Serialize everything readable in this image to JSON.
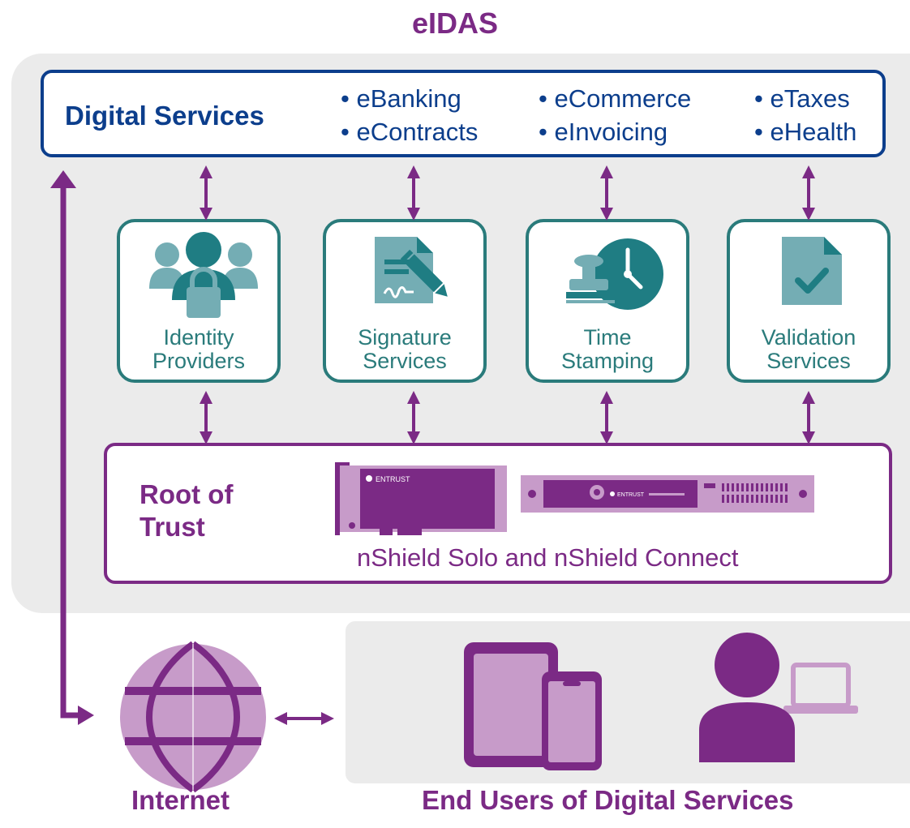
{
  "title": "eIDAS",
  "digital_services": {
    "title": "Digital Services",
    "items": [
      "• eBanking",
      "• eContracts",
      "• eCommerce",
      "• eInvoicing",
      "• eTaxes",
      "• eHealth"
    ]
  },
  "services": [
    {
      "line1": "Identity",
      "line2": "Providers",
      "icon": "identity-users-lock-icon"
    },
    {
      "line1": "Signature",
      "line2": "Services",
      "icon": "signed-document-pen-icon"
    },
    {
      "line1": "Time",
      "line2": "Stamping",
      "icon": "clock-stamp-icon"
    },
    {
      "line1": "Validation",
      "line2": "Services",
      "icon": "document-check-icon"
    }
  ],
  "root_of_trust": {
    "title": "Root of Trust",
    "subtitle": "nShield Solo and nShield Connect",
    "card_brand": "ENTRUST",
    "appliance_brand": "ENTRUST"
  },
  "bottom": {
    "internet_label": "Internet",
    "end_users_label": "End Users of Digital Services"
  },
  "colors": {
    "purple": "#7b2a85",
    "light_purple": "#c79bc9",
    "teal": "#2a7b7b",
    "navy": "#0c3e8c",
    "panel_gray": "#ebebeb"
  }
}
